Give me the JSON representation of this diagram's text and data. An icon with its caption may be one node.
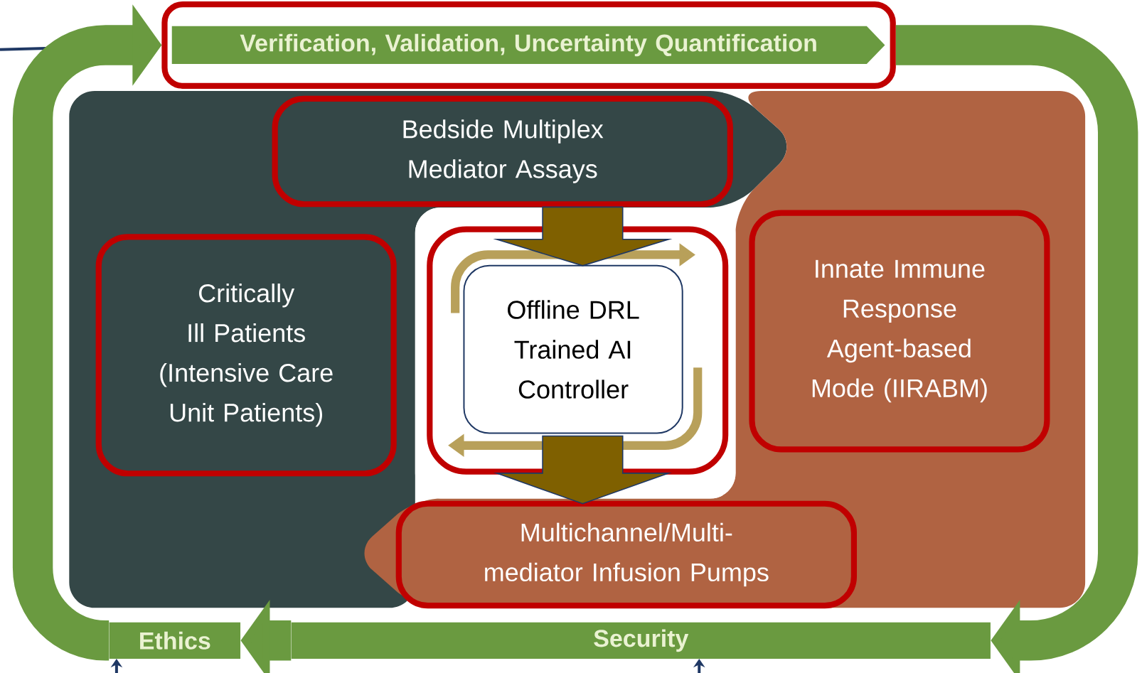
{
  "diagram": {
    "nodes": [
      {
        "text": [
          "Verification, Validation, Uncertainty Quantification"
        ]
      },
      {
        "text": [
          "Bedside Multiplex Mediator Assays"
        ]
      },
      {
        "text": [
          "Critically Ill Patients (Intensive Care Unit Patients)"
        ]
      },
      {
        "text": [
          "Offline DRL Trained AI Controller"
        ]
      },
      {
        "text": [
          "Innate Immune Response Agent-based Mode (IIRABM)"
        ]
      },
      {
        "text": [
          "Multichannel/Multi-mediator Infusion Pumps"
        ]
      },
      {
        "text": [
          "Ethics"
        ]
      },
      {
        "text": [
          "Security"
        ]
      }
    ],
    "edges": [
      {
        "from": null,
        "to": 0,
        "arrow": "to"
      },
      {
        "from": 1,
        "to": 3,
        "arrow": "to",
        "style": "thick",
        "color": "#7f6000"
      },
      {
        "from": 3,
        "to": 5,
        "arrow": "to",
        "style": "thick",
        "color": "#7f6000"
      },
      {
        "from": 6,
        "to": 0,
        "arrow": "to",
        "style": "thick",
        "color": "#6a9a40"
      },
      {
        "from": 0,
        "to": 7,
        "arrow": "to",
        "style": "thick",
        "color": "#6a9a40"
      },
      {
        "from": 7,
        "to": 6,
        "arrow": "to",
        "style": "thick",
        "color": "#6a9a40"
      },
      {
        "from": null,
        "to": 6,
        "arrow": "to"
      },
      {
        "from": null,
        "to": 7,
        "arrow": "to"
      }
    ]
  }
}
